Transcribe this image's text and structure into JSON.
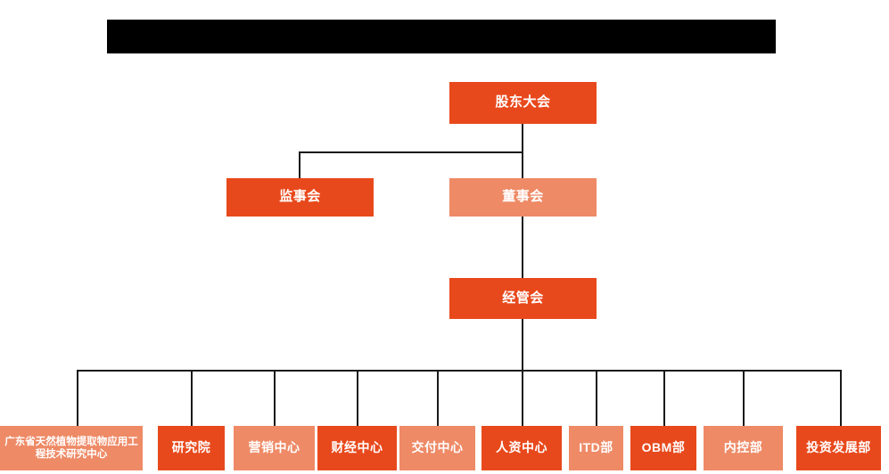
{
  "title_bar": {
    "name": "redacted-title-bar",
    "text": "",
    "color": "#000000",
    "redacted": true
  },
  "colors": {
    "dark_orange": "#E8491C",
    "light_orange": "#EE8A66",
    "connector": "#1a1a1a",
    "background": "#ffffff",
    "text": "#ffffff"
  },
  "chart_data": {
    "type": "diagram",
    "subtype": "organization-chart",
    "title": "",
    "orientation": "top-down",
    "levels": 4,
    "nodes": [
      {
        "id": "n1",
        "label": "股东大会",
        "level": 1,
        "style": "dark",
        "parent": null
      },
      {
        "id": "n2",
        "label": "监事会",
        "level": 2,
        "style": "dark",
        "parent": "n1"
      },
      {
        "id": "n3",
        "label": "董事会",
        "level": 2,
        "style": "light",
        "parent": "n1"
      },
      {
        "id": "n4",
        "label": "经管会",
        "level": 3,
        "style": "dark",
        "parent": "n3"
      },
      {
        "id": "d1",
        "label": "广东省天然植物提取物应用工程技术研究中心",
        "level": 4,
        "style": "light",
        "parent": "n4"
      },
      {
        "id": "d2",
        "label": "研究院",
        "level": 4,
        "style": "dark",
        "parent": "n4"
      },
      {
        "id": "d3",
        "label": "营销中心",
        "level": 4,
        "style": "light",
        "parent": "n4"
      },
      {
        "id": "d4",
        "label": "财经中心",
        "level": 4,
        "style": "dark",
        "parent": "n4"
      },
      {
        "id": "d5",
        "label": "交付中心",
        "level": 4,
        "style": "light",
        "parent": "n4"
      },
      {
        "id": "d6",
        "label": "人资中心",
        "level": 4,
        "style": "dark",
        "parent": "n4"
      },
      {
        "id": "d7",
        "label": "ITD部",
        "level": 4,
        "style": "light",
        "parent": "n4"
      },
      {
        "id": "d8",
        "label": "OBM部",
        "level": 4,
        "style": "dark",
        "parent": "n4"
      },
      {
        "id": "d9",
        "label": "内控部",
        "level": 4,
        "style": "light",
        "parent": "n4"
      },
      {
        "id": "d10",
        "label": "投资发展部",
        "level": 4,
        "style": "dark",
        "parent": "n4"
      }
    ]
  },
  "top": {
    "shareholders_meeting": "股东大会"
  },
  "level2": {
    "supervisors": "监事会",
    "directors": "董事会"
  },
  "level3": {
    "management_committee": "经管会"
  },
  "departments": [
    {
      "label": "广东省天然植物提取物应用工程技术研究中心"
    },
    {
      "label": "研究院"
    },
    {
      "label": "营销中心"
    },
    {
      "label": "财经中心"
    },
    {
      "label": "交付中心"
    },
    {
      "label": "人资中心"
    },
    {
      "label": "ITD部"
    },
    {
      "label": "OBM部"
    },
    {
      "label": "内控部"
    },
    {
      "label": "投资发展部"
    }
  ]
}
